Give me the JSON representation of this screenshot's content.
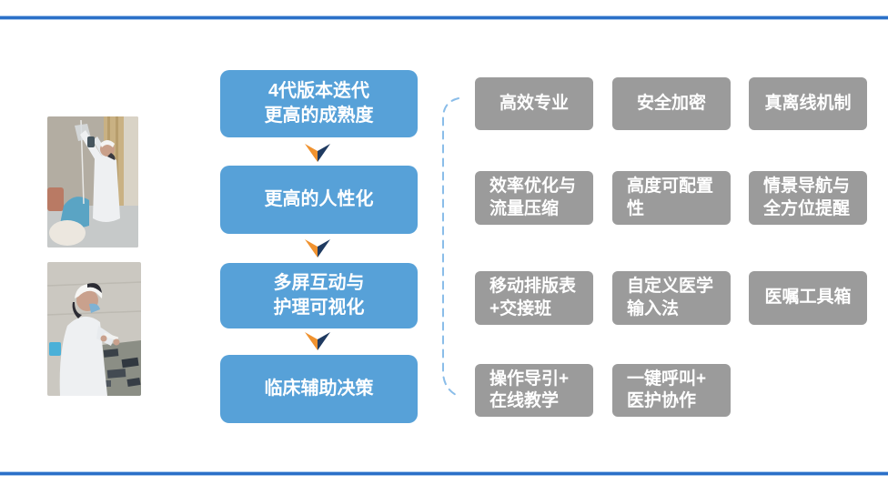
{
  "slide": {
    "kind": "product-feature-diagram"
  },
  "colors": {
    "flow_box_blue": "#57a1d8",
    "feature_box_gray": "#9b9b9b",
    "divider_blue": "#2b70c8",
    "bracket_dash_blue": "#8abde9",
    "chevron_orange": "#f0922f",
    "chevron_navy": "#1f3a60",
    "box_text": "#ffffff"
  },
  "flow": {
    "steps": [
      {
        "label": "4代版本迭代\n更高的成熟度"
      },
      {
        "label": "更高的人性化"
      },
      {
        "label": "多屏互动与\n护理可视化"
      },
      {
        "label": "临床辅助决策"
      }
    ]
  },
  "features": {
    "items": [
      {
        "label": "高效专业"
      },
      {
        "label": "安全加密"
      },
      {
        "label": "真离线机制"
      },
      {
        "label": "效率优化与\n流量压缩"
      },
      {
        "label": "高度可配置\n性"
      },
      {
        "label": "情景导航与\n全方位提醒"
      },
      {
        "label": "移动排版表\n+交接班"
      },
      {
        "label": "自定义医学\n输入法"
      },
      {
        "label": "医嘱工具箱"
      },
      {
        "label": "操作导引+\n在线教学"
      },
      {
        "label": "一键呼叫+\n医护协作"
      }
    ]
  },
  "photos": [
    {
      "alt": "护士扫描输液袋"
    },
    {
      "alt": "护士核对药品"
    }
  ]
}
